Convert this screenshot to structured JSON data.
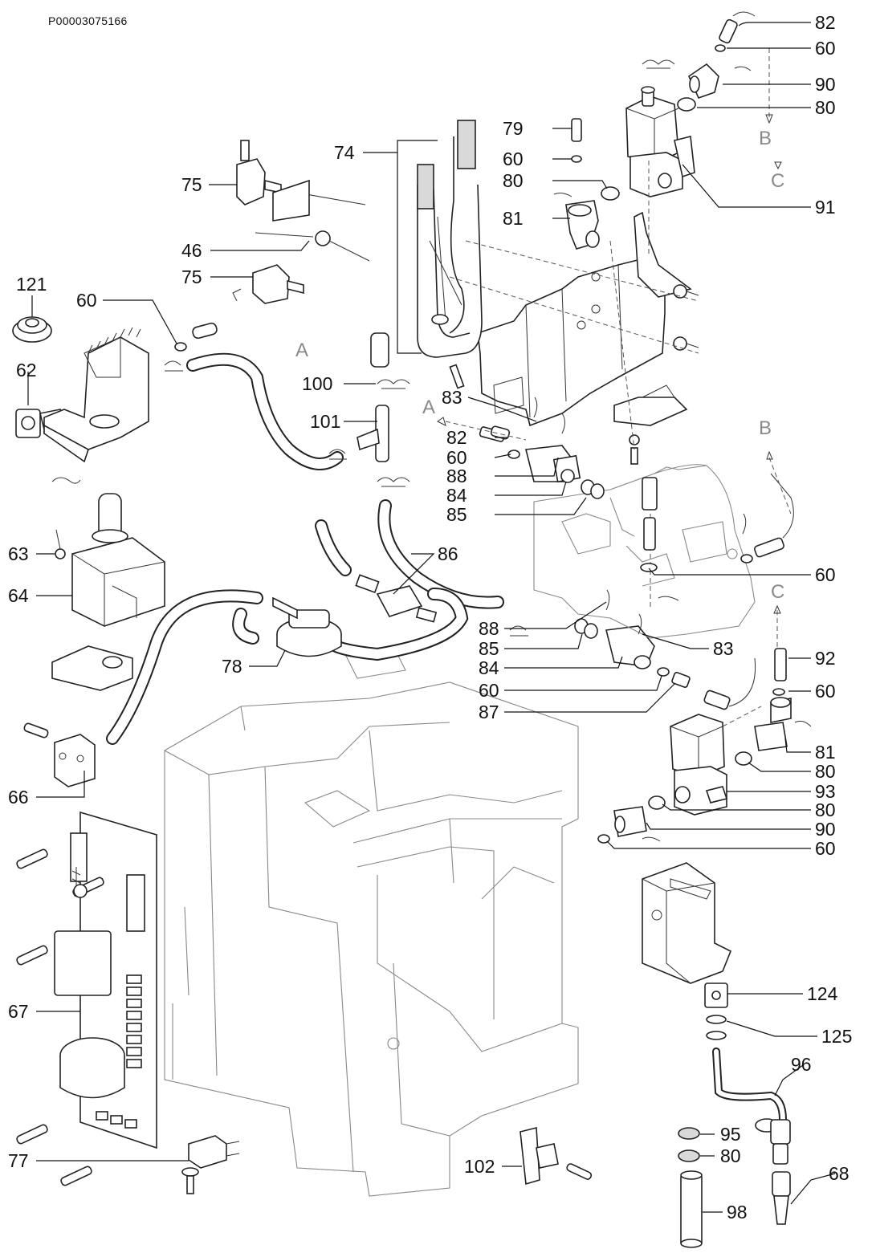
{
  "document_id": "P00003075166",
  "callouts": [
    "82",
    "60",
    "90",
    "80",
    "79",
    "60",
    "80",
    "91",
    "74",
    "75",
    "81",
    "46",
    "75",
    "121",
    "60",
    "62",
    "100",
    "101",
    "83",
    "82",
    "60",
    "88",
    "84",
    "85",
    "86",
    "63",
    "64",
    "60",
    "88",
    "85",
    "84",
    "60",
    "87",
    "83",
    "92",
    "60",
    "81",
    "80",
    "93",
    "80",
    "90",
    "60",
    "78",
    "66",
    "67",
    "124",
    "125",
    "96",
    "95",
    "80",
    "68",
    "77",
    "102",
    "98"
  ],
  "references": [
    "B",
    "C",
    "A",
    "A",
    "B",
    "C"
  ]
}
